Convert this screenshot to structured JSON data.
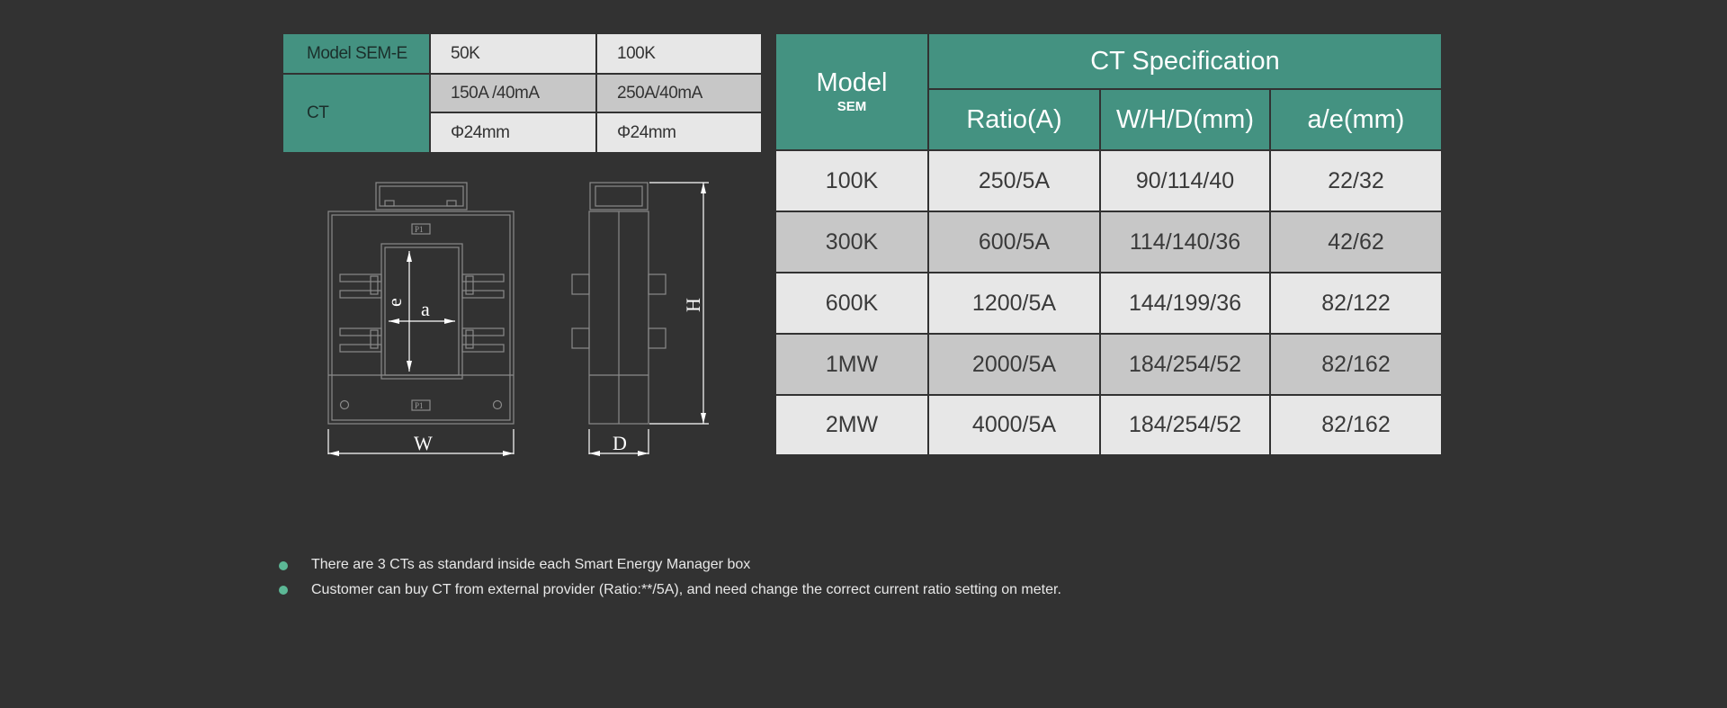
{
  "small_table": {
    "model_label": "Model SEM-E",
    "col1_model": "50K",
    "col2_model": "100K",
    "ct_label": "CT",
    "col1_ratio": "150A /40mA",
    "col2_ratio": "250A/40mA",
    "col1_diameter": "Φ24mm",
    "col2_diameter": "Φ24mm"
  },
  "drawing": {
    "label_a": "a",
    "label_e": "e",
    "label_w": "W",
    "label_d": "D",
    "label_h": "H",
    "label_p1_top": "P1",
    "label_p1_bottom": "P1"
  },
  "spec_table": {
    "title": "CT Specification",
    "model_header": "Model",
    "model_subheader": "SEM",
    "headers": [
      "Ratio(A)",
      "W/H/D(mm)",
      "a/e(mm)"
    ],
    "rows": [
      {
        "model": "100K",
        "ratio": "250/5A",
        "whd": "90/114/40",
        "ae": "22/32"
      },
      {
        "model": "300K",
        "ratio": "600/5A",
        "whd": "114/140/36",
        "ae": "42/62"
      },
      {
        "model": "600K",
        "ratio": "1200/5A",
        "whd": "144/199/36",
        "ae": "82/122"
      },
      {
        "model": "1MW",
        "ratio": "2000/5A",
        "whd": "184/254/52",
        "ae": "82/162"
      },
      {
        "model": "2MW",
        "ratio": "4000/5A",
        "whd": "184/254/52",
        "ae": "82/162"
      }
    ]
  },
  "notes": [
    "There are 3 CTs as standard inside each Smart Energy Manager box",
    "Customer can buy CT from external provider (Ratio:**/5A), and need change the correct current ratio setting on meter."
  ],
  "colors": {
    "background": "#323232",
    "header_teal": "#449281",
    "row_light": "#e7e7e7",
    "row_mid": "#c7c7c7",
    "bullet": "#5cb896"
  }
}
